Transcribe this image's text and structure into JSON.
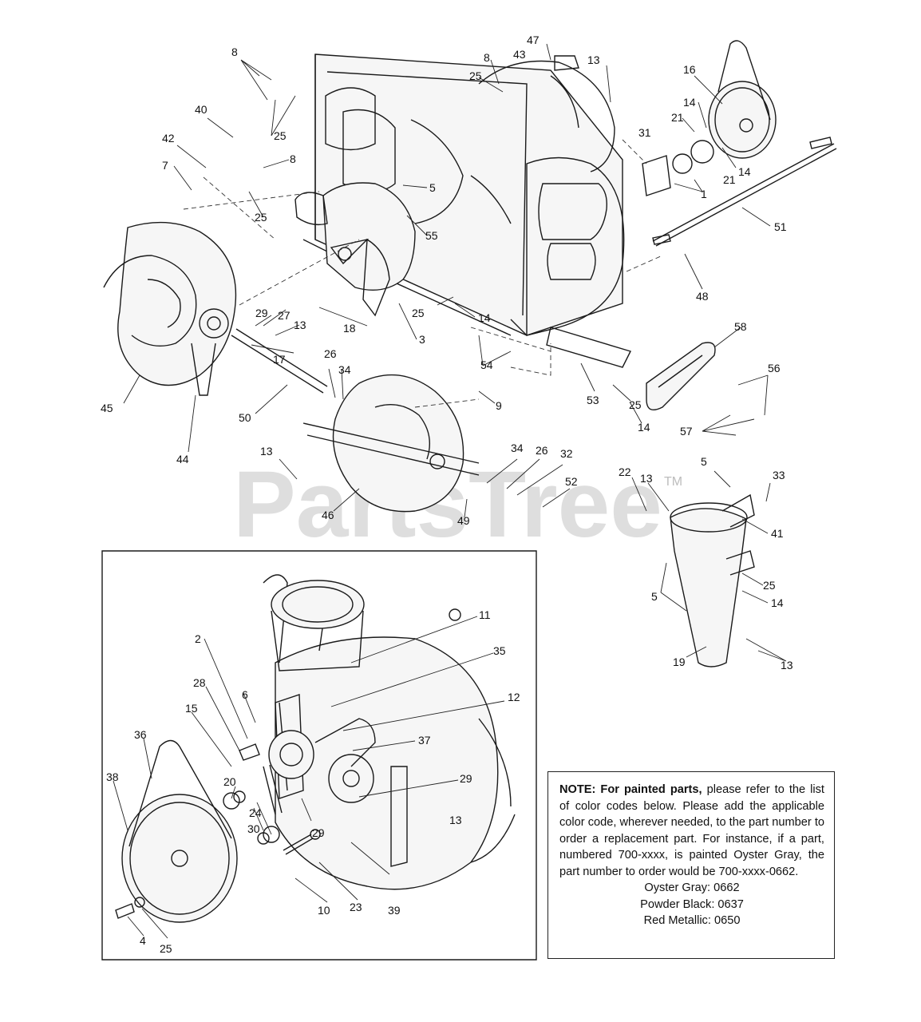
{
  "watermark": {
    "text": "PartsTree",
    "trademark": "TM"
  },
  "labels": {
    "l1": "1",
    "l2": "2",
    "l3": "3",
    "l4": "4",
    "l5a": "5",
    "l5b": "5",
    "l5c": "5",
    "l6": "6",
    "l7": "7",
    "l8a": "8",
    "l8b": "8",
    "l8c": "8",
    "l9": "9",
    "l10": "10",
    "l11": "11",
    "l12": "12",
    "l13a": "13",
    "l13b": "13",
    "l13c": "13",
    "l13d": "13",
    "l13e": "13",
    "l13f": "13",
    "l14a": "14",
    "l14b": "14",
    "l14c": "14",
    "l14d": "14",
    "l14e": "14",
    "l15": "15",
    "l16": "16",
    "l17": "17",
    "l18": "18",
    "l19": "19",
    "l20": "20",
    "l21a": "21",
    "l21b": "21",
    "l22": "22",
    "l23": "23",
    "l24": "24",
    "l25a": "25",
    "l25b": "25",
    "l25c": "25",
    "l25d": "25",
    "l25e": "25",
    "l25f": "25",
    "l25g": "25",
    "l26a": "26",
    "l26b": "26",
    "l27": "27",
    "l28": "28",
    "l29a": "29",
    "l29b": "29",
    "l29c": "29",
    "l30": "30",
    "l31": "31",
    "l32": "32",
    "l33": "33",
    "l34a": "34",
    "l34b": "34",
    "l35": "35",
    "l36": "36",
    "l37": "37",
    "l38": "38",
    "l39": "39",
    "l40": "40",
    "l41": "41",
    "l42": "42",
    "l43": "43",
    "l44": "44",
    "l45": "45",
    "l46": "46",
    "l47": "47",
    "l48": "48",
    "l49": "49",
    "l50": "50",
    "l51": "51",
    "l52": "52",
    "l53": "53",
    "l54": "54",
    "l55": "55",
    "l56": "56",
    "l57": "57",
    "l58": "58"
  },
  "note": {
    "lead": "NOTE: For painted parts,",
    "body": " please refer to the list of color codes below. Please add the applicable color code, wherever needed, to the part number to order a replacement part. For instance, if a part, numbered 700-xxxx, is painted Oyster Gray,  the part number to order would be 700-xxxx-0662.",
    "codes": [
      "Oyster Gray: 0662",
      "Powder Black: 0637",
      "Red Metallic: 0650"
    ]
  }
}
